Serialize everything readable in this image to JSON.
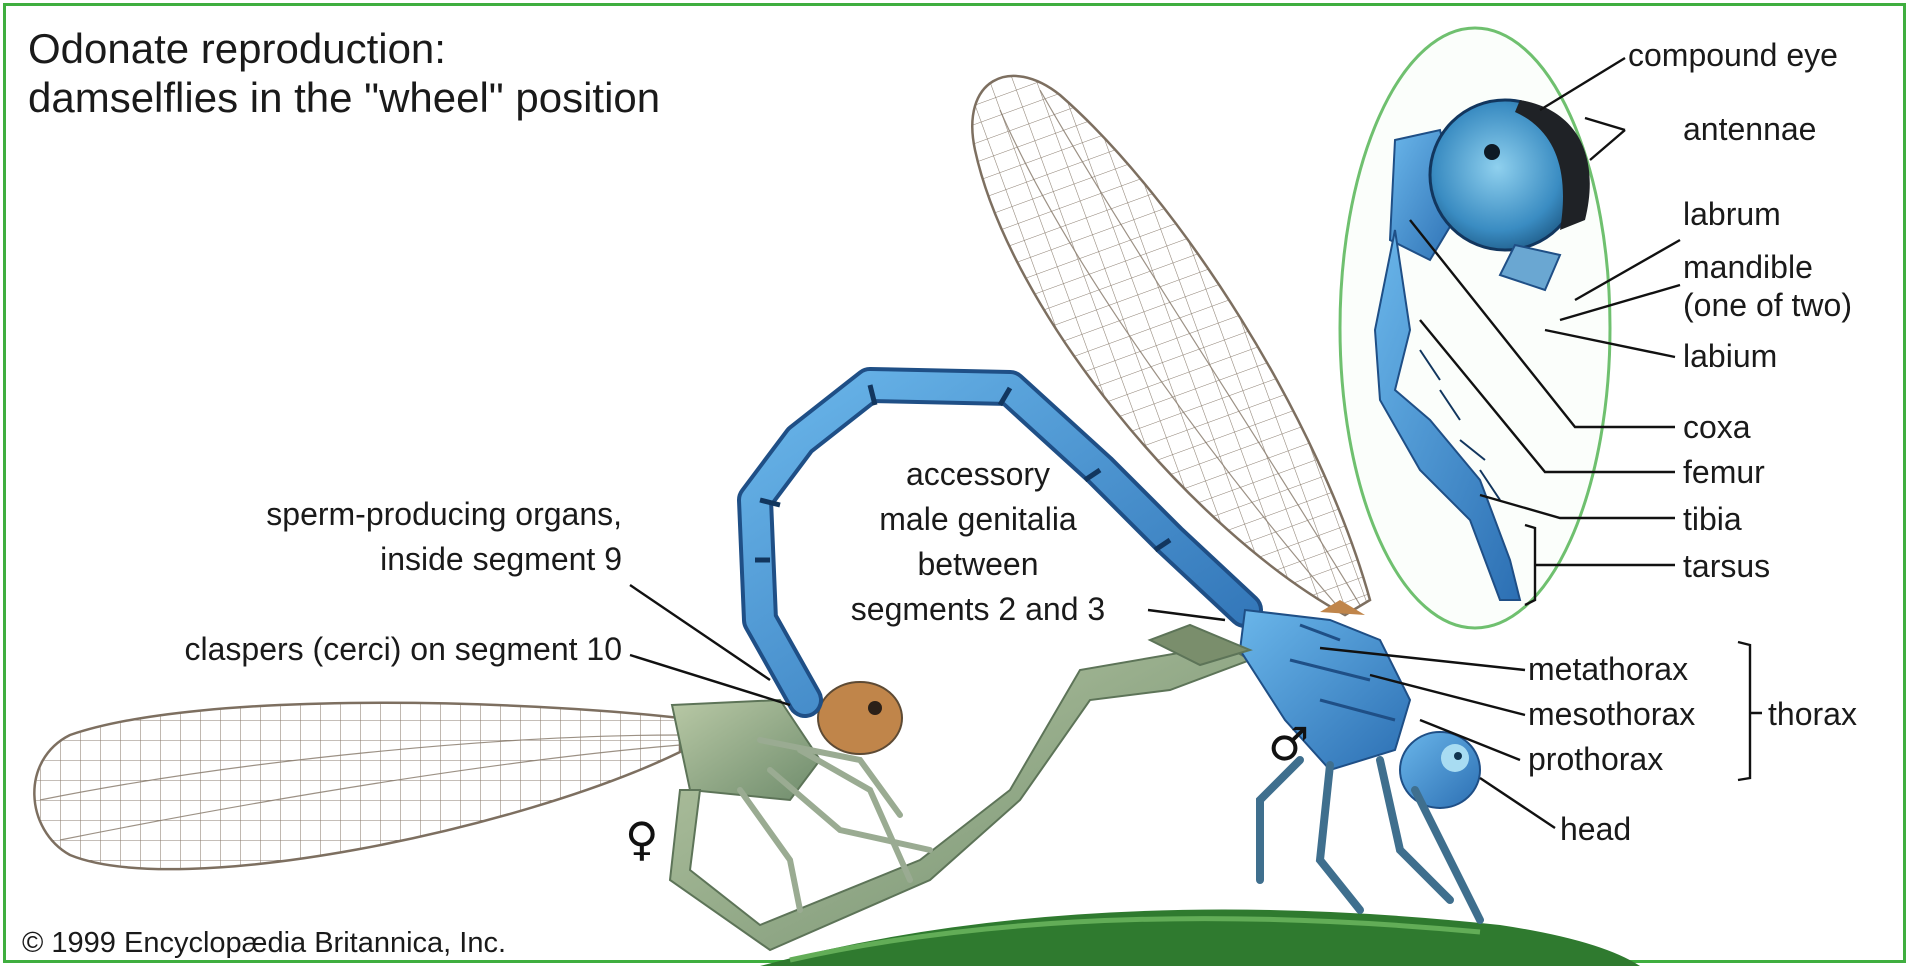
{
  "title_lines": [
    "Odonate reproduction:",
    "damselflies in the \"wheel\" position"
  ],
  "labels": {
    "compound_eye": "compound eye",
    "antennae": "antennae",
    "labrum": "labrum",
    "mandible_1": "mandible",
    "mandible_2": "(one of two)",
    "labium": "labium",
    "coxa": "coxa",
    "femur": "femur",
    "tibia": "tibia",
    "tarsus": "tarsus",
    "accessory_1": "accessory",
    "accessory_2": "male genitalia",
    "accessory_3": "between",
    "accessory_4": "segments 2 and 3",
    "sperm_1": "sperm-producing organs,",
    "sperm_2": "inside segment 9",
    "claspers": "claspers (cerci) on segment 10",
    "metathorax": "metathorax",
    "mesothorax": "mesothorax",
    "prothorax": "prothorax",
    "thorax": "thorax",
    "head": "head",
    "male_symbol": "♂",
    "female_symbol": "♀"
  },
  "copyright": "© 1999 Encyclopædia Britannica, Inc.",
  "colors": {
    "border": "#3fae3f",
    "male_body": "#3f8fd0",
    "female_body": "#8aa58a",
    "wing_vein": "#8b7e70",
    "ground": "#2f7a2f"
  }
}
